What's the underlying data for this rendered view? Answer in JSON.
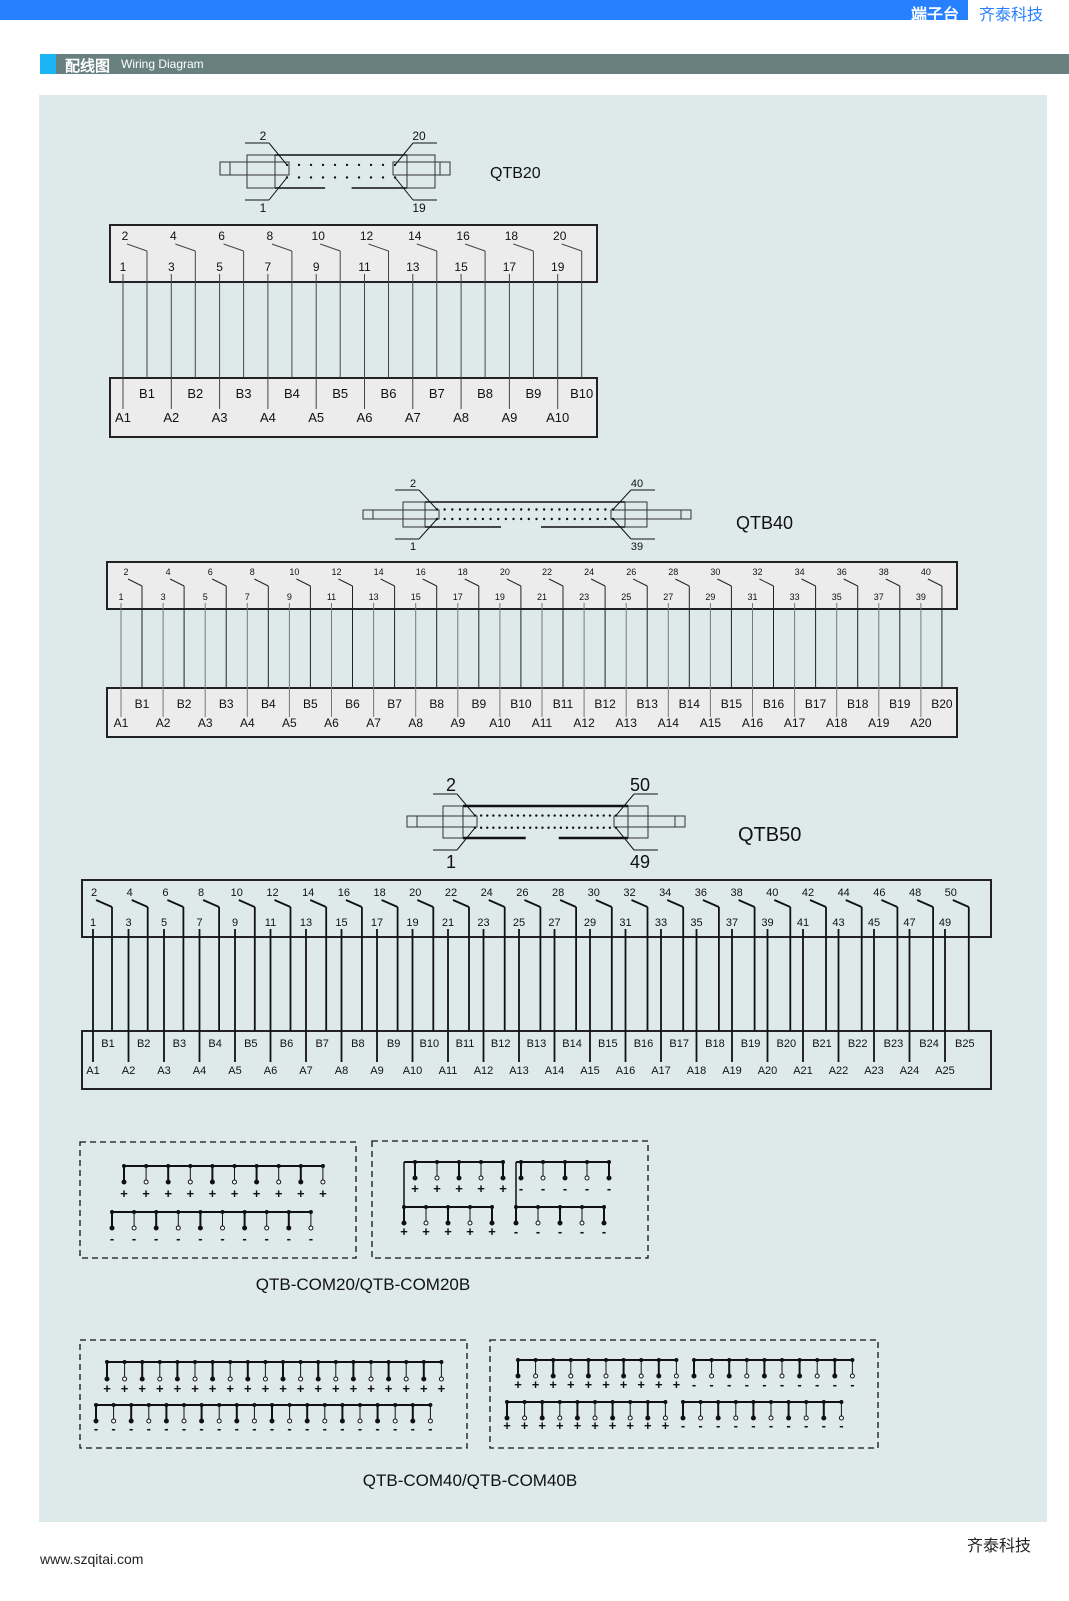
{
  "header": {
    "category": "端子台",
    "brand": "齐泰科技"
  },
  "section": {
    "title_cn": "配线图",
    "title_en": "Wiring Diagram"
  },
  "models": {
    "qtb20": {
      "name": "QTB20",
      "conn_labels": [
        "2",
        "20",
        "1",
        "19"
      ],
      "even": [
        "2",
        "4",
        "6",
        "8",
        "10",
        "12",
        "14",
        "16",
        "18",
        "20"
      ],
      "odd": [
        "1",
        "3",
        "5",
        "7",
        "9",
        "11",
        "13",
        "15",
        "17",
        "19"
      ],
      "b": [
        "B1",
        "B2",
        "B3",
        "B4",
        "B5",
        "B6",
        "B7",
        "B8",
        "B9",
        "B10"
      ],
      "a": [
        "A1",
        "A2",
        "A3",
        "A4",
        "A5",
        "A6",
        "A7",
        "A8",
        "A9",
        "A10"
      ]
    },
    "qtb40": {
      "name": "QTB40",
      "conn_labels": [
        "2",
        "40",
        "1",
        "39"
      ],
      "even": [
        "2",
        "4",
        "6",
        "8",
        "10",
        "12",
        "14",
        "16",
        "18",
        "20",
        "22",
        "24",
        "26",
        "28",
        "30",
        "32",
        "34",
        "36",
        "38",
        "40"
      ],
      "odd": [
        "1",
        "3",
        "5",
        "7",
        "9",
        "11",
        "13",
        "15",
        "17",
        "19",
        "21",
        "23",
        "25",
        "27",
        "29",
        "31",
        "33",
        "35",
        "37",
        "39"
      ],
      "b": [
        "B1",
        "B2",
        "B3",
        "B4",
        "B5",
        "B6",
        "B7",
        "B8",
        "B9",
        "B10",
        "B11",
        "B12",
        "B13",
        "B14",
        "B15",
        "B16",
        "B17",
        "B18",
        "B19",
        "B20"
      ],
      "a": [
        "A1",
        "A2",
        "A3",
        "A4",
        "A5",
        "A6",
        "A7",
        "A8",
        "A9",
        "A10",
        "A11",
        "A12",
        "A13",
        "A14",
        "A15",
        "A16",
        "A17",
        "A18",
        "A19",
        "A20"
      ]
    },
    "qtb50": {
      "name": "QTB50",
      "conn_labels": [
        "2",
        "50",
        "1",
        "49"
      ],
      "even": [
        "2",
        "4",
        "6",
        "8",
        "10",
        "12",
        "14",
        "16",
        "18",
        "20",
        "22",
        "24",
        "26",
        "28",
        "30",
        "32",
        "34",
        "36",
        "38",
        "40",
        "42",
        "44",
        "46",
        "48",
        "50"
      ],
      "odd": [
        "1",
        "3",
        "5",
        "7",
        "9",
        "11",
        "13",
        "15",
        "17",
        "19",
        "21",
        "23",
        "25",
        "27",
        "29",
        "31",
        "33",
        "35",
        "37",
        "39",
        "41",
        "43",
        "45",
        "47",
        "49"
      ],
      "b": [
        "B1",
        "B2",
        "B3",
        "B4",
        "B5",
        "B6",
        "B7",
        "B8",
        "B9",
        "B10",
        "B11",
        "B12",
        "B13",
        "B14",
        "B15",
        "B16",
        "B17",
        "B18",
        "B19",
        "B20",
        "B21",
        "B22",
        "B23",
        "B24",
        "B25"
      ],
      "a": [
        "A1",
        "A2",
        "A3",
        "A4",
        "A5",
        "A6",
        "A7",
        "A8",
        "A9",
        "A10",
        "A11",
        "A12",
        "A13",
        "A14",
        "A15",
        "A16",
        "A17",
        "A18",
        "A19",
        "A20",
        "A21",
        "A22",
        "A23",
        "A24",
        "A25"
      ]
    }
  },
  "com": {
    "com20_caption": "QTB-COM20/QTB-COM20B",
    "com40_caption": "QTB-COM40/QTB-COM40B",
    "plus": "+",
    "minus": "-"
  },
  "footer": {
    "url": "www.szqitai.com",
    "brand": "齐泰科技"
  }
}
